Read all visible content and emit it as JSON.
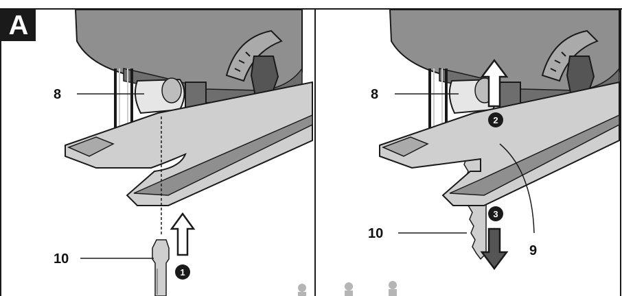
{
  "figure": {
    "badge": "A",
    "left_panel": {
      "labels": [
        {
          "id": "lower-guide",
          "text": "8"
        },
        {
          "id": "blade",
          "text": "10"
        }
      ],
      "steps": [
        "1"
      ]
    },
    "right_panel": {
      "labels": [
        {
          "id": "lower-guide",
          "text": "8"
        },
        {
          "id": "blade",
          "text": "10"
        },
        {
          "id": "blade-clamp",
          "text": "9"
        }
      ],
      "steps": [
        "2",
        "3"
      ]
    }
  },
  "colors": {
    "outline": "#1a1a1a",
    "body_gray": "#8f8f8f",
    "body_dark": "#555555",
    "light_gray": "#cfcfcf",
    "guide_light": "#e6e6e6",
    "badge_bg": "#1a1a1a"
  }
}
